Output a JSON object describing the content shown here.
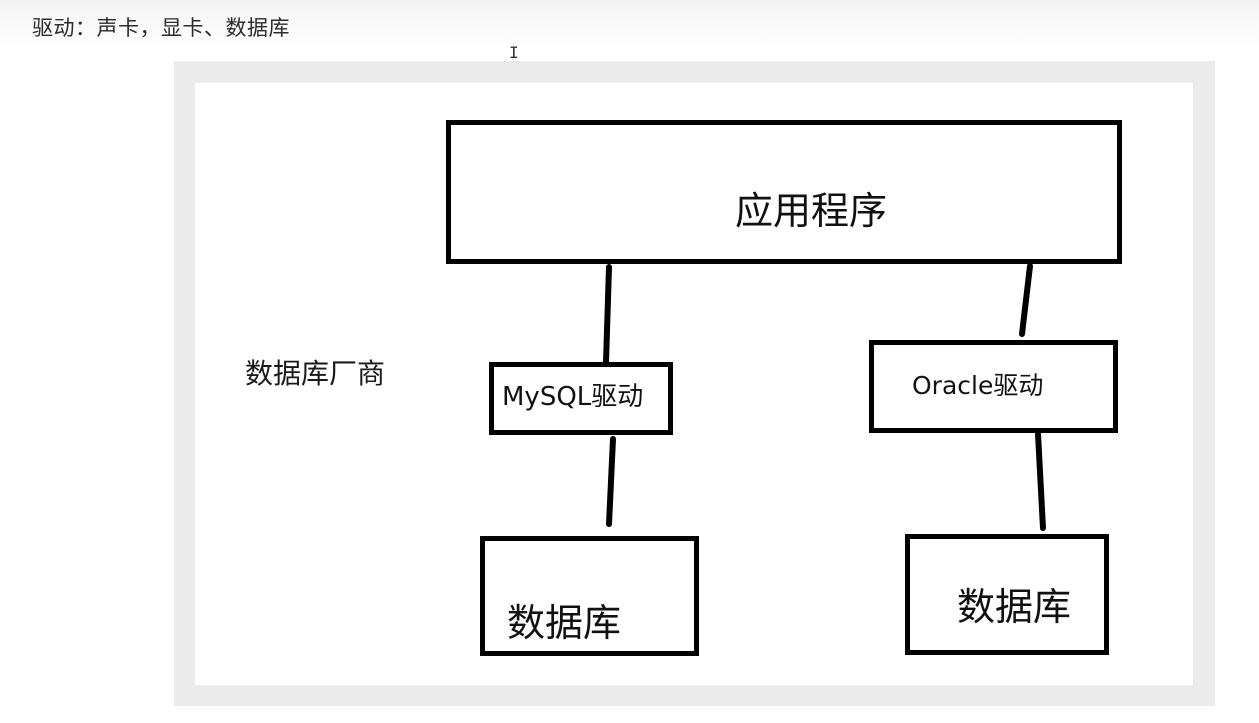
{
  "heading": "驱动：声卡，显卡、数据库",
  "diagram": {
    "app_box": "应用程序",
    "vendor_label": "数据库厂商",
    "mysql_driver": "MySQL驱动",
    "oracle_driver": "Oracle驱动",
    "database_left": "数据库",
    "database_right": "数据库"
  }
}
